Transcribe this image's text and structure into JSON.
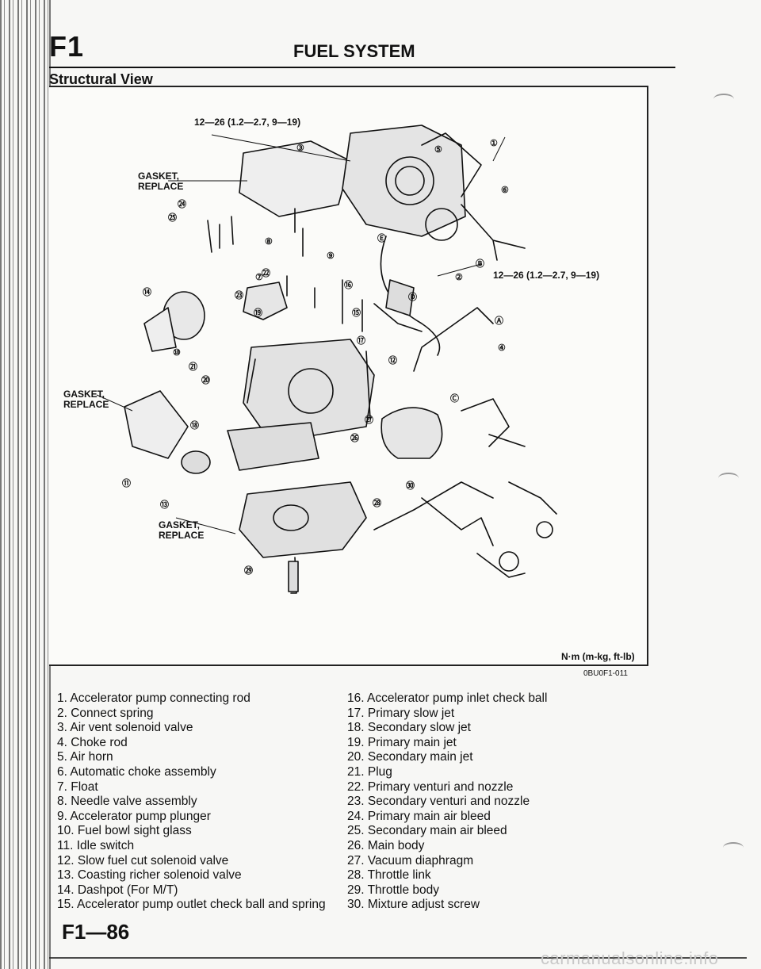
{
  "header": {
    "section_code": "F1",
    "section_title": "FUEL SYSTEM",
    "view_title": "Structural View"
  },
  "figure": {
    "torque_spec": "12—26 (1.2—2.7, 9—19)",
    "units_note": "N·m (m-kg, ft-lb)",
    "figure_code": "0BU0F1-011",
    "gasket_label_line1": "GASKET,",
    "gasket_label_line2": "REPLACE",
    "callouts": [
      "①",
      "②",
      "③",
      "④",
      "⑤",
      "⑥",
      "⑦",
      "⑧",
      "⑨",
      "⑩",
      "⑪",
      "⑫",
      "⑬",
      "⑭",
      "⑮",
      "⑯",
      "⑰",
      "⑱",
      "⑲",
      "⑳",
      "㉑",
      "㉒",
      "㉓",
      "㉔",
      "㉕",
      "㉖",
      "㉗",
      "㉘",
      "㉙",
      "㉚",
      "Ⓐ",
      "Ⓑ",
      "Ⓒ",
      "Ⓓ",
      "Ⓔ"
    ]
  },
  "legend": {
    "left": [
      "1. Accelerator pump connecting rod",
      "2. Connect spring",
      "3. Air vent solenoid valve",
      "4. Choke rod",
      "5. Air horn",
      "6. Automatic choke assembly",
      "7. Float",
      "8. Needle valve assembly",
      "9. Accelerator pump plunger",
      "10. Fuel bowl sight glass",
      "11. Idle switch",
      "12. Slow fuel cut solenoid valve",
      "13. Coasting richer solenoid valve",
      "14. Dashpot (For M/T)",
      "15. Accelerator pump outlet check ball and spring"
    ],
    "right": [
      "16. Accelerator pump inlet check ball",
      "17. Primary slow jet",
      "18. Secondary slow jet",
      "19. Primary main jet",
      "20. Secondary main jet",
      "21. Plug",
      "22. Primary venturi and nozzle",
      "23. Secondary venturi and nozzle",
      "24. Primary main air bleed",
      "25. Secondary main air bleed",
      "26. Main body",
      "27. Vacuum diaphragm",
      "28. Throttle link",
      "29. Throttle body",
      "30. Mixture adjust screw"
    ]
  },
  "footer": {
    "page_number": "F1—86",
    "watermark": "carmanualsonline.info"
  }
}
